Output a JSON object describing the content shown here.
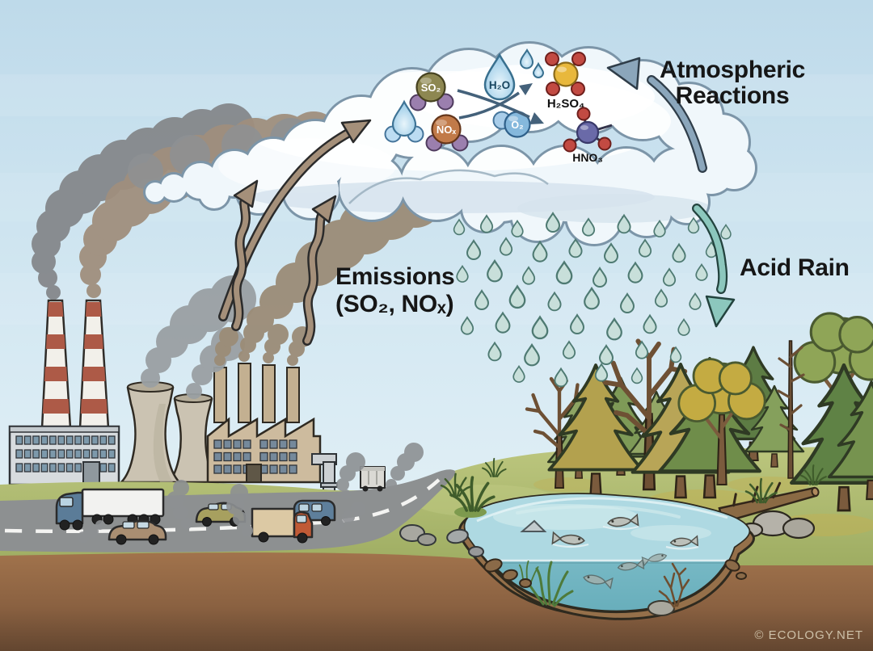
{
  "alt_text": "Cartoon diagram of acid rain formation: smoke from a coal power plant, factory and vehicles rises into a cloud where SO2 and NOx react with H2O and O2 to form H2SO4 and HNO3, which fall as acid rain on a forest and a pond with dead fish.",
  "labels": {
    "emissions": {
      "line1": "Emissions",
      "line2": "(SO₂, NOₓ)"
    },
    "atmospheric": {
      "line1": "Atmospheric",
      "line2": "Reactions"
    },
    "acid_rain": "Acid Rain",
    "credit": "© ECOLOGY.NET"
  },
  "molecules": {
    "so2": {
      "label": "SO₂",
      "color": "#8d8751"
    },
    "nox": {
      "label": "NOₓ",
      "color": "#c17a49"
    },
    "h2o": {
      "label": "H₂O",
      "color": "#9ed0ec"
    },
    "o2": {
      "label": "O₂",
      "color": "#85b8dc"
    },
    "h2so4": {
      "label": "H₂SO₄",
      "color": "#e8b83c"
    },
    "hno3": {
      "label": "HNO₃",
      "color": "#6a6aa8"
    }
  },
  "process_flow": [
    "Emissions (SO₂, NOₓ)",
    "Atmospheric Reactions",
    "Acid Rain"
  ],
  "colors": {
    "sky_top": "#bedaea",
    "sky_bottom": "#e9f3f7",
    "cloud_fill": "#f0f7fb",
    "cloud_outline": "#7c95a8",
    "rain_drop": "#c8dfda",
    "rain_drop_outline": "#4e7a72",
    "emission_arrow": "#a5907a",
    "reaction_arrow": "#8ba6bb",
    "acid_rain_arrow": "#8cc7bd",
    "grass": "#aab46c",
    "soil": "#8a6141",
    "water_surface": "#aed9e2",
    "water_deep": "#7cbcc9",
    "label_text": "#161616",
    "credit_text": "#cdc0a8"
  }
}
